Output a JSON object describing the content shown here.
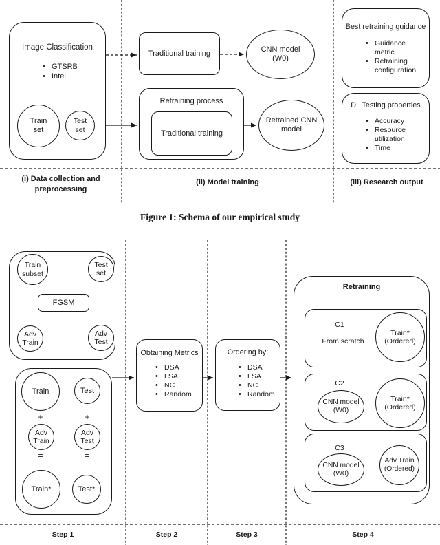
{
  "colors": {
    "ink": "#1a1a1a",
    "background": "#ffffff"
  },
  "figure1": {
    "panels": {
      "data_collection": {
        "box_title": "Image Classification",
        "datasets": [
          "GTSRB",
          "Intel"
        ],
        "train_set": "Train\nset",
        "test_set": "Test\nset",
        "label": "(i) Data collection and\npreprocessing"
      },
      "model_training": {
        "traditional_training_top": "Traditional training",
        "cnn_model": "CNN model\n(W0)",
        "retraining_process_title": "Retraining process",
        "traditional_training_inner": "Traditional training",
        "retrained_model": "Retrained CNN\nmodel",
        "label": "(ii) Model training"
      },
      "research_output": {
        "guidance_box_title": "Best retraining guidance",
        "guidance_items": [
          "Guidance metric",
          "Retraining configuration"
        ],
        "testing_box_title": "DL Testing properties",
        "testing_items": [
          "Accuracy",
          "Resource utilization",
          "Time"
        ],
        "label": "(iii) Research output"
      }
    },
    "caption": "Figure 1: Schema of our empirical study"
  },
  "figure2": {
    "step1": {
      "label": "Step 1",
      "fgsm_box": {
        "train_subset": "Train\nsubset",
        "test_set": "Test\nset",
        "fgsm": "FGSM",
        "adv_train": "Adv\nTrain",
        "adv_test": "Adv\nTest"
      },
      "merge_box": {
        "train": "Train",
        "test": "Test",
        "plus": "+",
        "adv_train": "Adv\nTrain",
        "adv_test": "Adv\nTest",
        "equals": "=",
        "train_star": "Train*",
        "test_star": "Test*"
      }
    },
    "step2": {
      "label": "Step 2",
      "title": "Obtaining Metrics",
      "metrics": [
        "DSA",
        "LSA",
        "NC",
        "Random"
      ]
    },
    "step3": {
      "label": "Step 3",
      "title": "Ordering by:",
      "metrics": [
        "DSA",
        "LSA",
        "NC",
        "Random"
      ]
    },
    "step4": {
      "label": "Step 4",
      "title": "Retraining",
      "configs": [
        {
          "id": "C1",
          "source": "From scratch",
          "data": "Train*\n(Ordered)"
        },
        {
          "id": "C2",
          "model": "CNN model\n(W0)",
          "data": "Train*\n(Ordered)"
        },
        {
          "id": "C3",
          "model": "CNN model\n(W0)",
          "data": "Adv Train\n(Ordered)"
        }
      ]
    }
  }
}
